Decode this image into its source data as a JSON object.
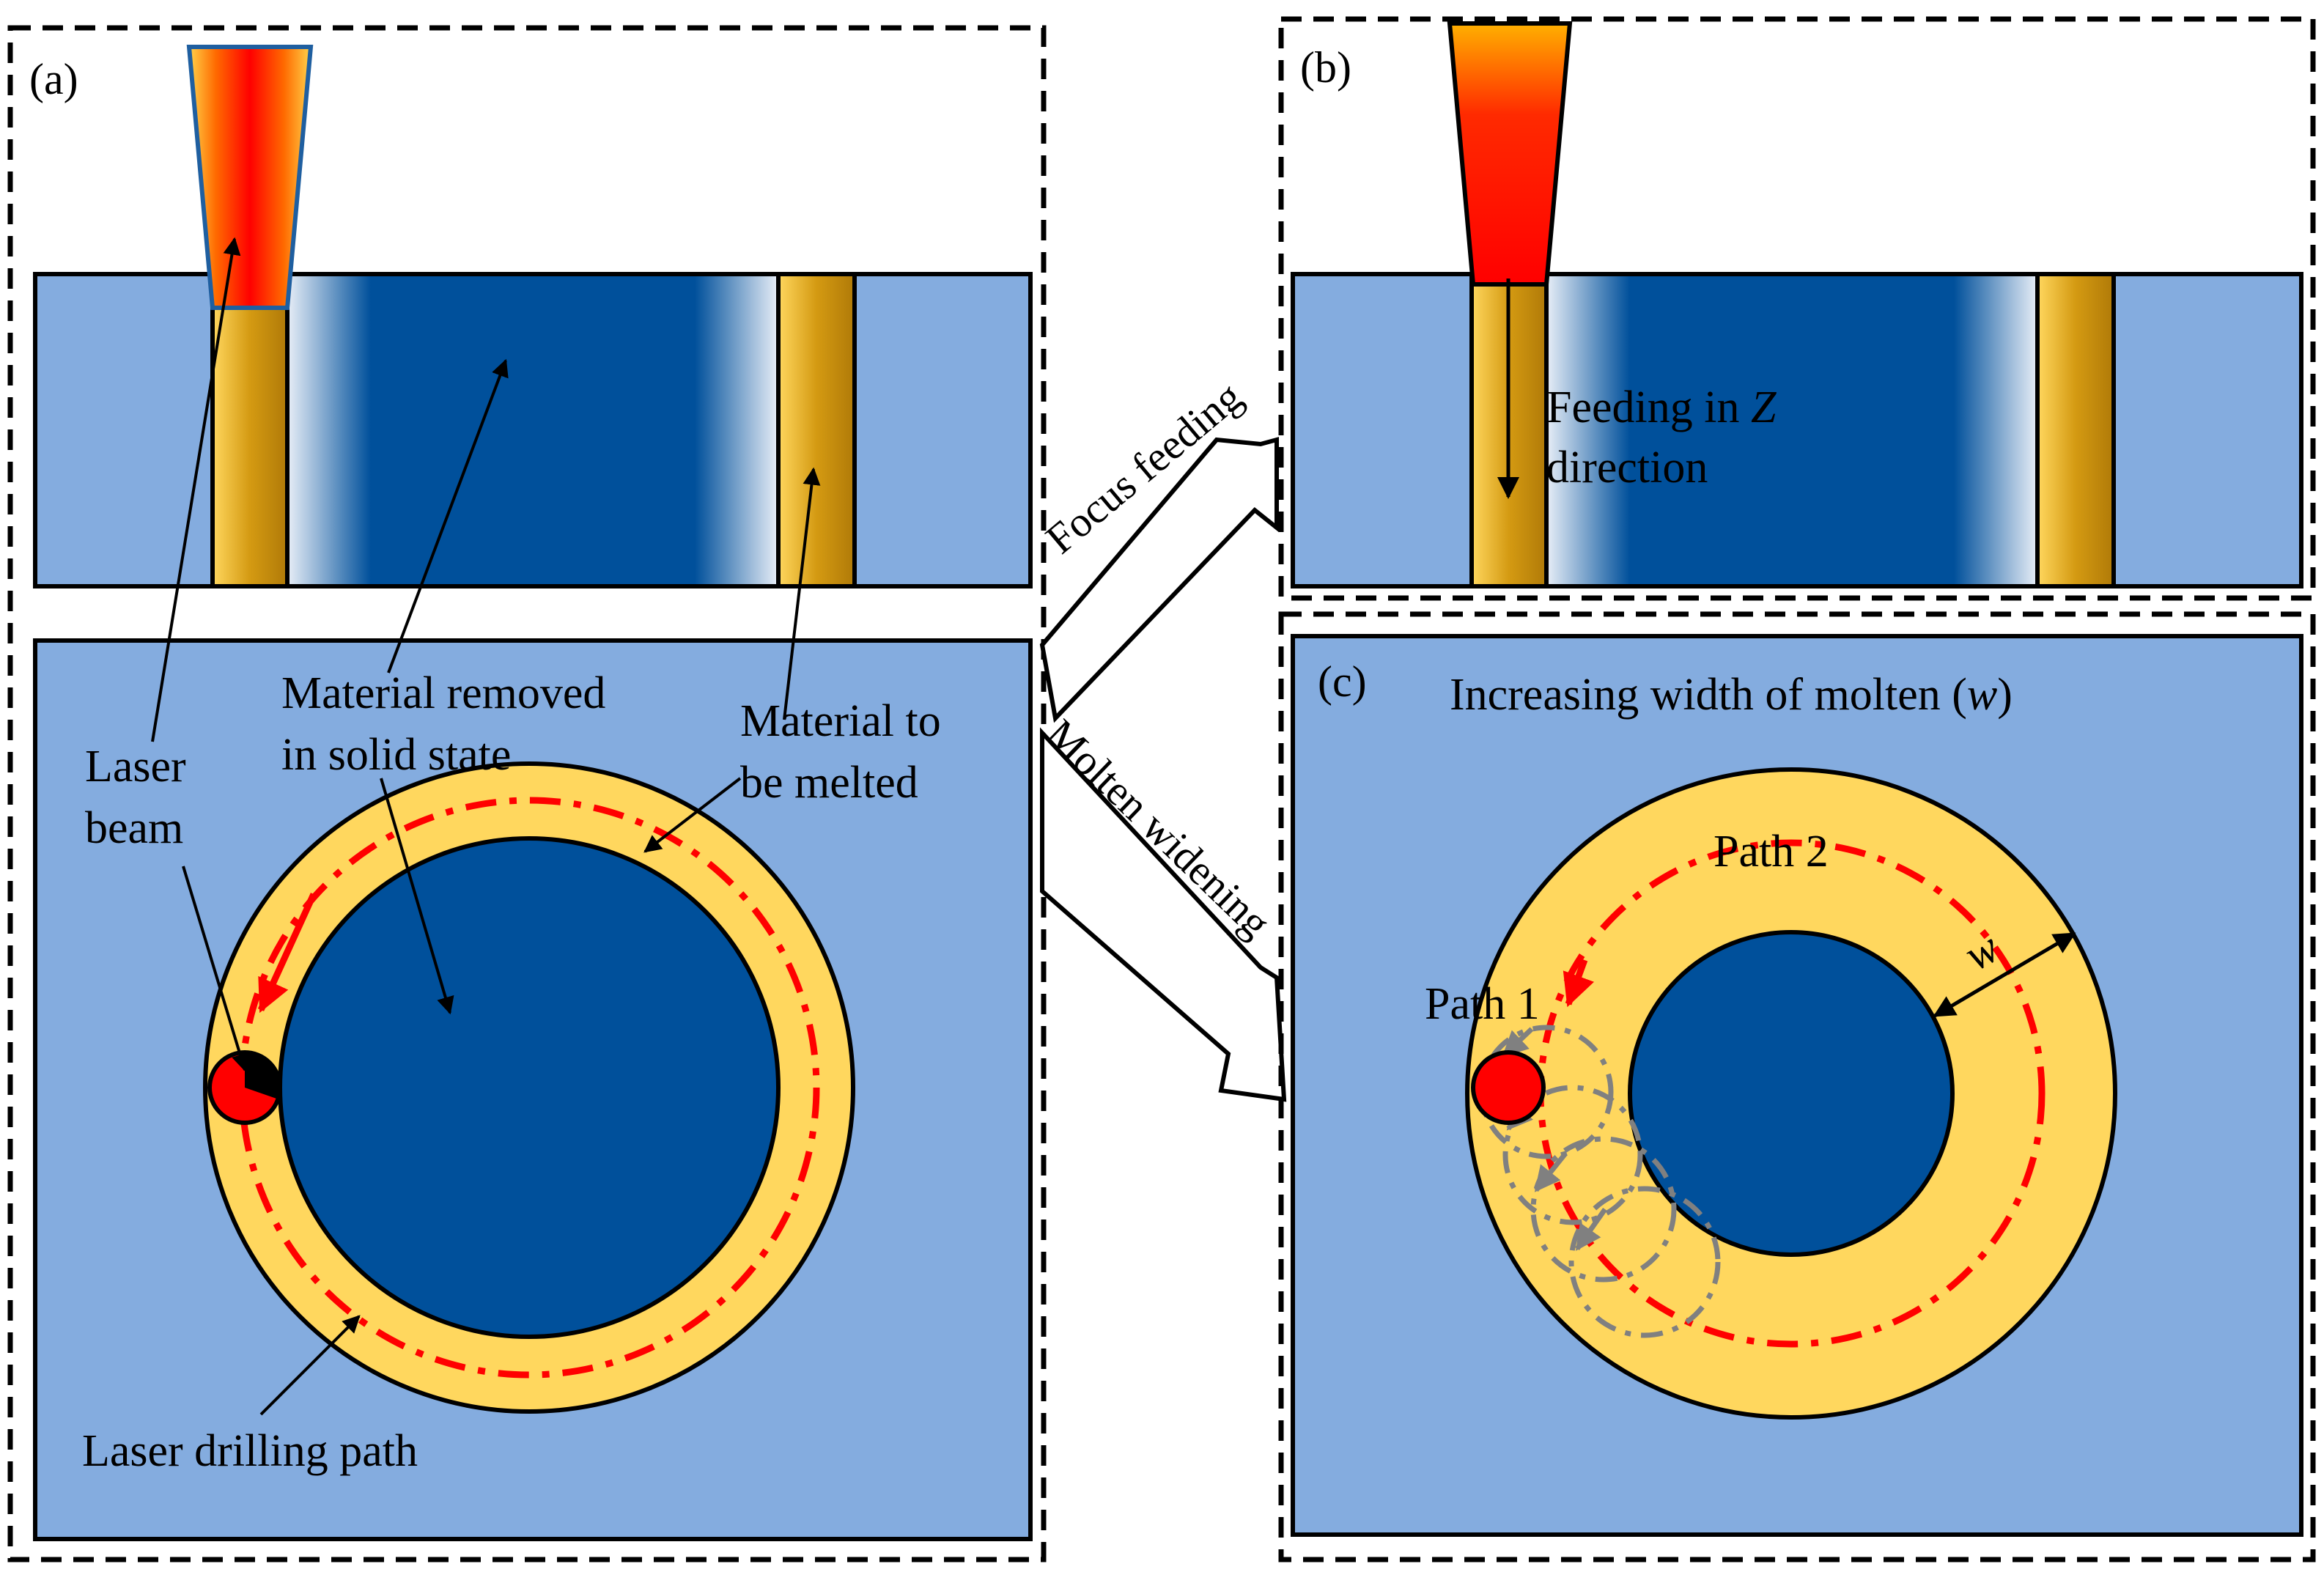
{
  "panels": {
    "a": {
      "label": "(a)",
      "laser_beam_line1": "Laser",
      "laser_beam_line2": "beam",
      "removed_line1": "Material removed",
      "removed_line2": "in solid state",
      "melted_line1": "Material to",
      "melted_line2": "be melted",
      "drilling_path": "Laser drilling path"
    },
    "b": {
      "label": "(b)",
      "feeding_line1": "Feeding in ",
      "feeding_axis": "Z",
      "feeding_line2": "direction"
    },
    "c": {
      "label": "(c)",
      "title_prefix": "Increasing width of molten (",
      "title_var": "w",
      "title_suffix": ")",
      "path1": "Path 1",
      "path2": "Path 2",
      "width_var": "w"
    }
  },
  "transitions": {
    "focus_feeding": "Focus feeding",
    "molten_widening": "Molten widening"
  },
  "colors": {
    "substrate": "#84acdf",
    "hole": "#00509b",
    "molten": "#ffd75e",
    "melt_strip": "#d49a12",
    "laser_spot": "#ff0000",
    "path_line": "#ff0000",
    "ghost_path": "#808080"
  }
}
